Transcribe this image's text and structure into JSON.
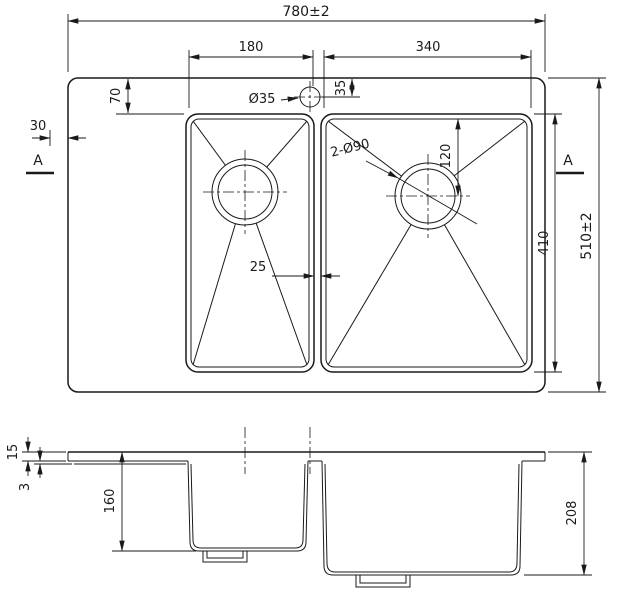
{
  "drawing": {
    "background": "#ffffff",
    "ink": "#1a1a1a"
  },
  "top_view": {
    "dim_overall_width": "780±2",
    "dim_left_bowl_width": "180",
    "dim_right_bowl_width": "340",
    "dim_rim_to_bowl": "70",
    "dim_faucet_to_edge": "35",
    "dim_left_margin": "30",
    "label_faucet_hole": "Ø35",
    "label_drain_holes": "2-Ø90",
    "dim_drain_offset": "120",
    "dim_bowl_length": "410",
    "dim_overall_height": "510±2",
    "dim_bowl_gap": "25",
    "section_marker_left": "A",
    "section_marker_right": "A"
  },
  "section_view": {
    "dim_rim_thickness": "15",
    "dim_board_step": "3",
    "dim_left_bowl_depth": "160",
    "dim_overall_depth": "208"
  }
}
